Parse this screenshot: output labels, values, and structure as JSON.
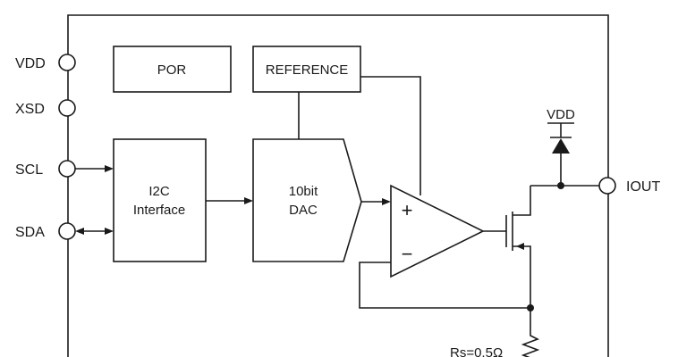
{
  "pins": {
    "vdd": "VDD",
    "xsd": "XSD",
    "scl": "SCL",
    "sda": "SDA",
    "iout": "IOUT"
  },
  "blocks": {
    "por": "POR",
    "reference": "REFERENCE",
    "i2c_line1": "I2C",
    "i2c_line2": "Interface",
    "dac_line1": "10bit",
    "dac_line2": "DAC"
  },
  "amplifier": {
    "plus": "+",
    "minus": "−"
  },
  "diode_supply": "VDD",
  "sense_resistor": "Rs=0.5Ω"
}
